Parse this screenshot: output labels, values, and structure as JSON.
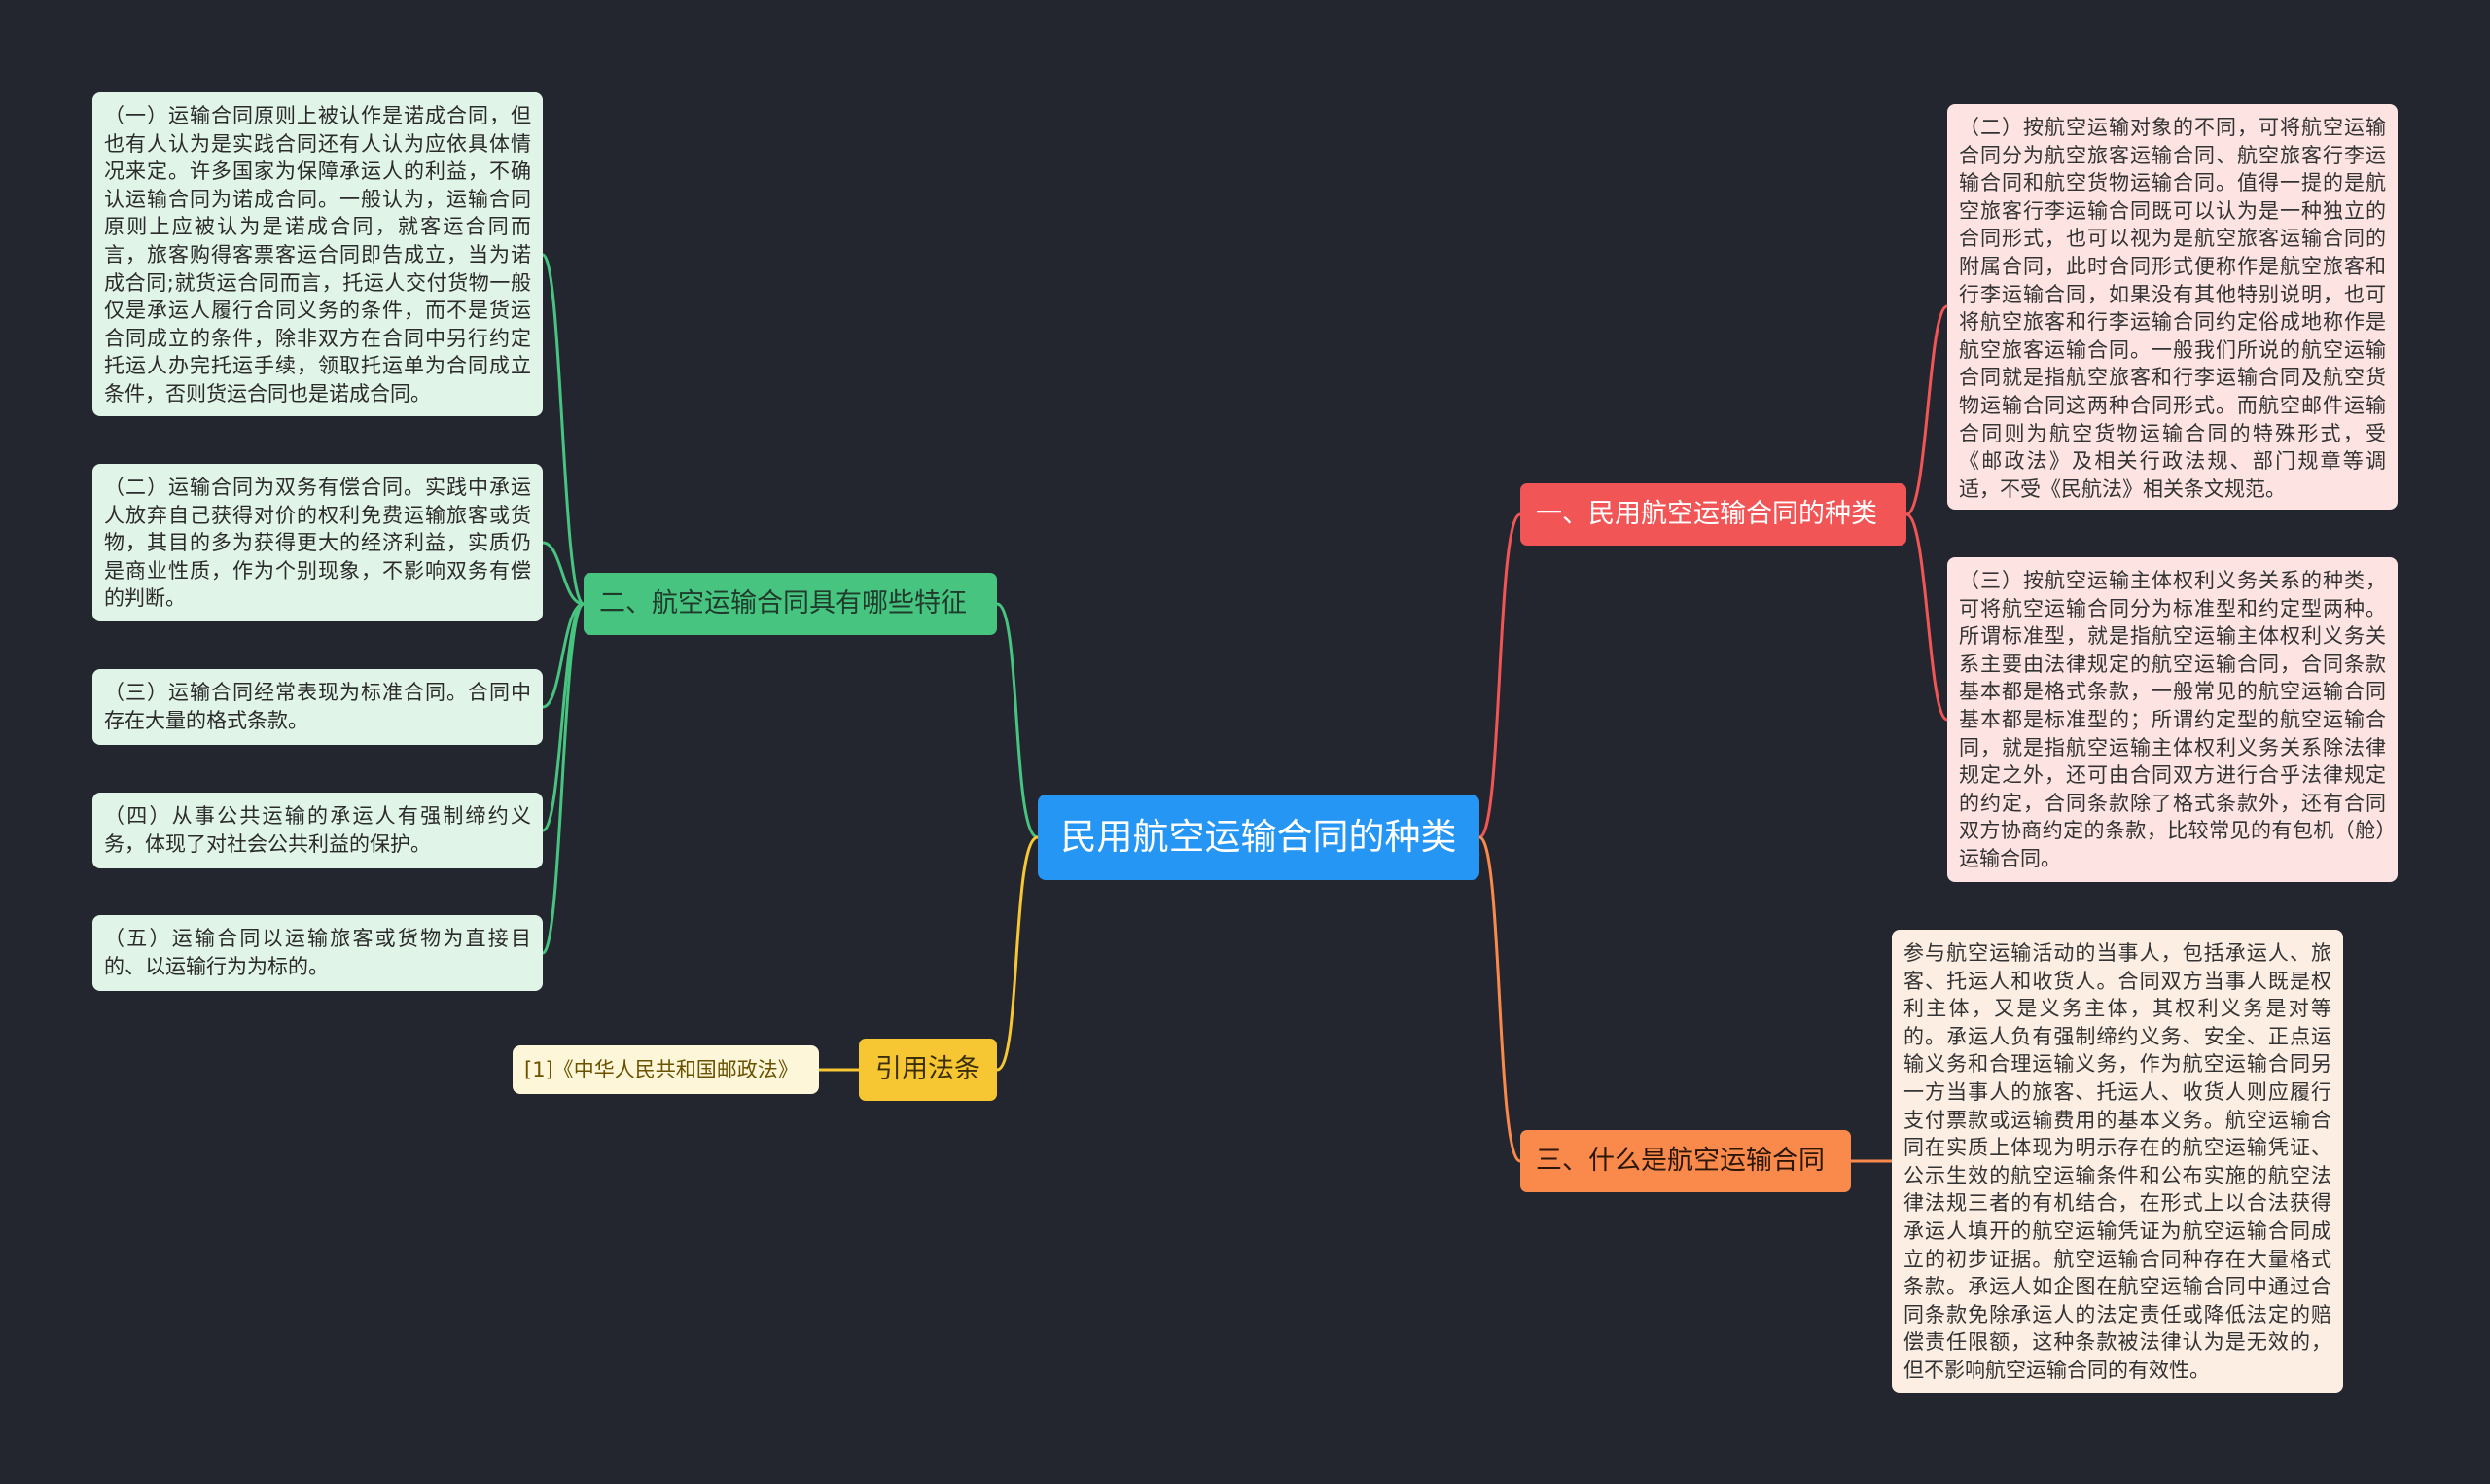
{
  "root": {
    "label": "民用航空运输合同的种类"
  },
  "features": {
    "label": "二、航空运输合同具有哪些特征",
    "items": [
      "（一）运输合同原则上被认作是诺成合同，但也有人认为是实践合同还有人认为应依具体情况来定。许多国家为保障承运人的利益，不确认运输合同为诺成合同。一般认为，运输合同原则上应被认为是诺成合同，就客运合同而言，旅客购得客票客运合同即告成立，当为诺成合同;就货运合同而言，托运人交付货物一般仅是承运人履行合同义务的条件，而不是货运合同成立的条件，除非双方在合同中另行约定托运人办完托运手续，领取托运单为合同成立条件，否则货运合同也是诺成合同。",
      "（二）运输合同为双务有偿合同。实践中承运人放弃自己获得对价的权利免费运输旅客或货物，其目的多为获得更大的经济利益，实质仍是商业性质，作为个别现象，不影响双务有偿的判断。",
      "（三）运输合同经常表现为标准合同。合同中存在大量的格式条款。",
      "（四）从事公共运输的承运人有强制缔约义务，体现了对社会公共利益的保护。",
      "（五）运输合同以运输旅客或货物为直接目的、以运输行为为标的。"
    ]
  },
  "citation": {
    "label": "引用法条",
    "items": [
      "[1]《中华人民共和国邮政法》"
    ]
  },
  "types": {
    "label": "一、民用航空运输合同的种类",
    "items": [
      "（二）按航空运输对象的不同，可将航空运输合同分为航空旅客运输合同、航空旅客行李运输合同和航空货物运输合同。值得一提的是航空旅客行李运输合同既可以认为是一种独立的合同形式，也可以视为是航空旅客运输合同的附属合同，此时合同形式便称作是航空旅客和行李运输合同，如果没有其他特别说明，也可将航空旅客和行李运输合同约定俗成地称作是航空旅客运输合同。一般我们所说的航空运输合同就是指航空旅客和行李运输合同及航空货物运输合同这两种合同形式。而航空邮件运输合同则为航空货物运输合同的特殊形式，受《邮政法》及相关行政法规、部门规章等调适，不受《民航法》相关条文规范。",
      "（三）按航空运输主体权利义务关系的种类，可将航空运输合同分为标准型和约定型两种。所谓标准型，就是指航空运输主体权利义务关系主要由法律规定的航空运输合同，合同条款基本都是格式条款，一般常见的航空运输合同基本都是标准型的；所谓约定型的航空运输合同，就是指航空运输主体权利义务关系除法律规定之外，还可由合同双方进行合乎法律规定的约定，合同条款除了格式条款外，还有合同双方协商约定的条款，比较常见的有包机（舱）运输合同。"
    ]
  },
  "what": {
    "label": "三、什么是航空运输合同",
    "items": [
      "参与航空运输活动的当事人，包括承运人、旅客、托运人和收货人。合同双方当事人既是权利主体，又是义务主体，其权利义务是对等的。承运人负有强制缔约义务、安全、正点运输义务和合理运输义务，作为航空运输合同另一方当事人的旅客、托运人、收货人则应履行支付票款或运输费用的基本义务。航空运输合同在实质上体现为明示存在的航空运输凭证、公示生效的航空运输条件和公布实施的航空法律法规三者的有机结合，在形式上以合法获得承运人填开的航空运输凭证为航空运输合同成立的初步证据。航空运输合同种存在大量格式条款。承运人如企图在航空运输合同中通过合同条款免除承运人的法定责任或降低法定的赔偿责任限额，这种条款被法律认为是无效的，但不影响航空运输合同的有效性。"
    ]
  },
  "colors": {
    "root": "#2596f3",
    "features": "#47c47f",
    "citation": "#f7c733",
    "types": "#f25556",
    "what": "#f98a4c"
  }
}
